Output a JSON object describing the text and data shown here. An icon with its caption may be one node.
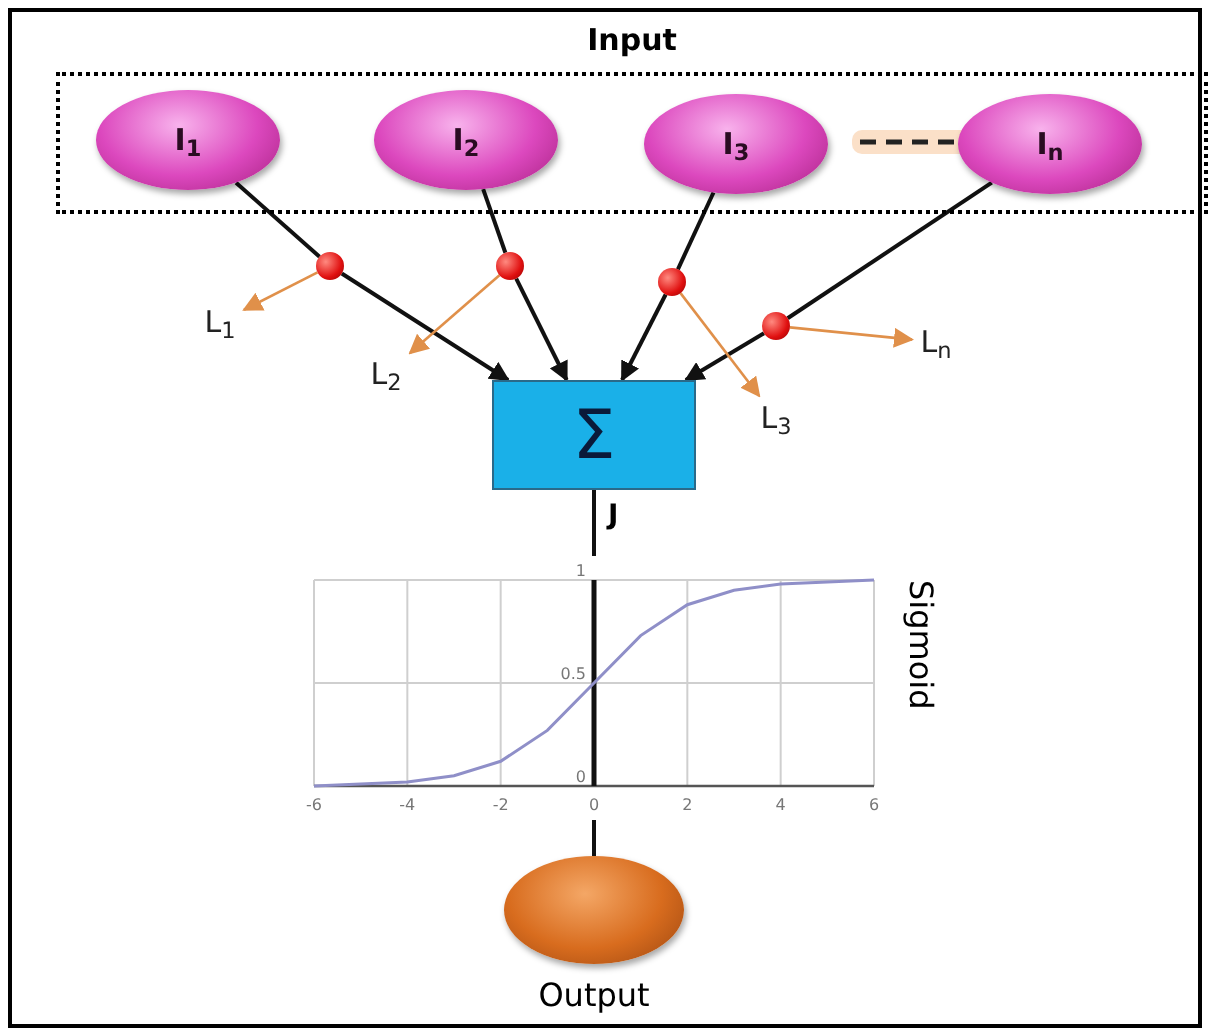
{
  "diagram": {
    "nodes": [
      {
        "text": [
          "Input"
        ]
      },
      {
        "text": [
          "I$_{1}$"
        ],
        "in": 0
      },
      {
        "text": [
          "I$_{2}$"
        ],
        "in": 0
      },
      {
        "text": [
          "I$_{3}$"
        ],
        "in": 0
      },
      {
        "text": [
          "I$_{n}$"
        ],
        "in": 0
      },
      {
        "text": [],
        "shape": "circle"
      },
      {
        "text": [],
        "shape": "circle"
      },
      {
        "text": [],
        "shape": "circle"
      },
      {
        "text": [],
        "shape": "circle"
      },
      {
        "text": [
          "L$_{1}$"
        ]
      },
      {
        "text": [
          "L$_{2}$"
        ]
      },
      {
        "text": [
          "L$_{3}$"
        ]
      },
      {
        "text": [
          "L$_{n}$"
        ]
      },
      {
        "text": [
          "Σ"
        ]
      },
      {
        "text": [
          "Sigmoid"
        ]
      },
      {
        "text": [
          "Output"
        ]
      }
    ],
    "edges": [
      {
        "from": 1,
        "to": 5,
        "arrow": "none"
      },
      {
        "from": 5,
        "to": 13,
        "arrow": "to"
      },
      {
        "from": 2,
        "to": 6,
        "arrow": "none"
      },
      {
        "from": 6,
        "to": 13,
        "arrow": "to"
      },
      {
        "from": 3,
        "to": 7,
        "arrow": "none"
      },
      {
        "from": 7,
        "to": 13,
        "arrow": "to"
      },
      {
        "from": 4,
        "to": 8,
        "arrow": "none"
      },
      {
        "from": 8,
        "to": 13,
        "arrow": "to"
      },
      {
        "from": 5,
        "to": 9,
        "arrow": "to",
        "color": "#e0904a"
      },
      {
        "from": 6,
        "to": 10,
        "arrow": "to",
        "color": "#e0904a"
      },
      {
        "from": 7,
        "to": 11,
        "arrow": "to",
        "color": "#e0904a"
      },
      {
        "from": 8,
        "to": 12,
        "arrow": "to",
        "color": "#e0904a"
      },
      {
        "from": 13,
        "to": 14,
        "arrow": "none",
        "label": "J"
      },
      {
        "from": 14,
        "to": 15,
        "arrow": "none"
      }
    ],
    "chart_data": {
      "type": "line",
      "x": [
        -6,
        -5,
        -4,
        -3,
        -2,
        -1,
        0,
        1,
        2,
        3,
        4,
        5,
        6
      ],
      "series": [
        {
          "color": "#8f8fc8",
          "values": [
            0,
            0.01,
            0.02,
            0.05,
            0.12,
            0.27,
            0.5,
            0.73,
            0.88,
            0.95,
            0.98,
            0.99,
            1
          ]
        }
      ],
      "xlim": [
        -6,
        6
      ],
      "ylim": [
        0,
        1
      ],
      "xticks": [
        -6,
        -4,
        -2,
        0,
        2,
        4,
        6
      ],
      "yticks": [
        0,
        0.5,
        1
      ],
      "grid": true
    }
  }
}
